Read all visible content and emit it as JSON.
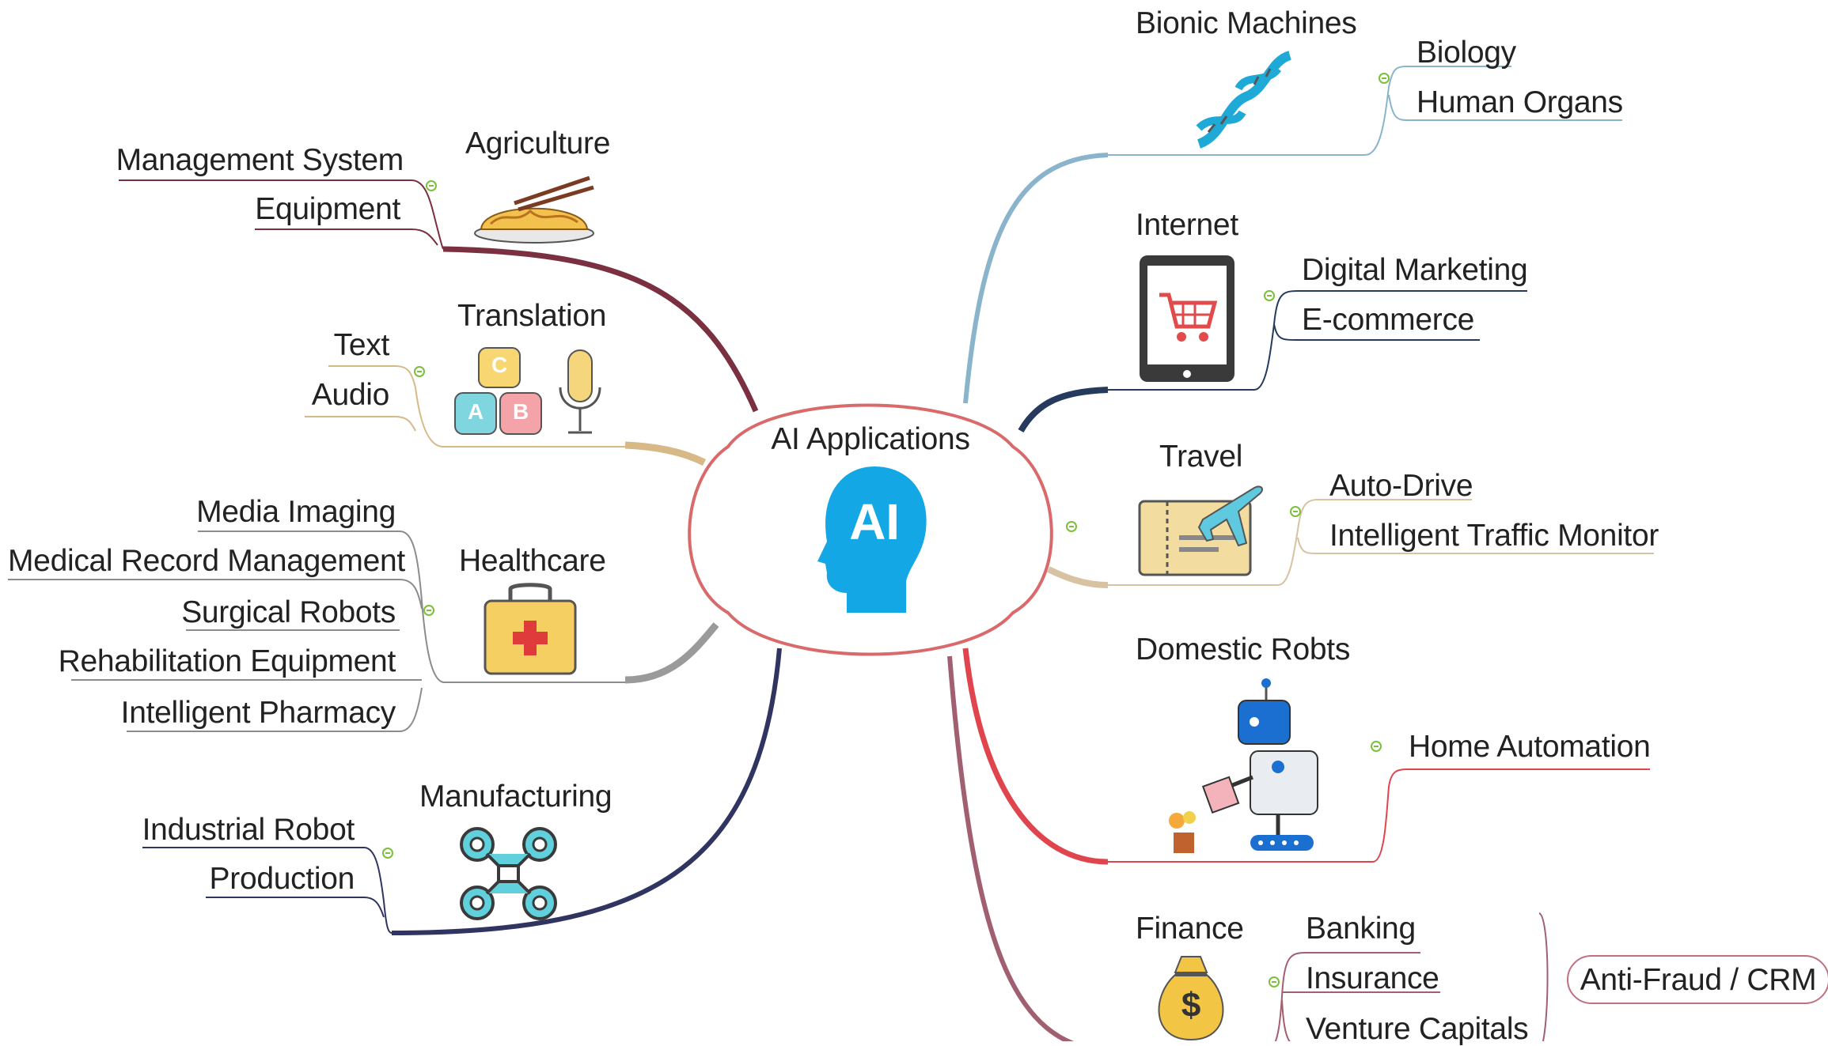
{
  "center": {
    "title": "AI Applications",
    "badge": "AI"
  },
  "branches": {
    "agriculture": {
      "title": "Agriculture",
      "items": [
        "Management System",
        "Equipment"
      ],
      "icon": "noodles-icon"
    },
    "translation": {
      "title": "Translation",
      "items": [
        "Text",
        "Audio"
      ],
      "icon": "alphabet-blocks-icon",
      "blocks": [
        "C",
        "A",
        "B"
      ]
    },
    "healthcare": {
      "title": "Healthcare",
      "items": [
        "Media Imaging",
        "Medical Record Management",
        "Surgical Robots",
        "Rehabilitation Equipment",
        "Intelligent Pharmacy"
      ],
      "icon": "first-aid-kit-icon"
    },
    "manufacturing": {
      "title": "Manufacturing",
      "items": [
        "Industrial Robot",
        "Production"
      ],
      "icon": "drone-icon"
    },
    "bionic": {
      "title": "Bionic Machines",
      "items": [
        "Biology",
        "Human Organs"
      ],
      "icon": "dna-icon"
    },
    "internet": {
      "title": "Internet",
      "items": [
        "Digital Marketing",
        "E-commerce"
      ],
      "icon": "tablet-cart-icon"
    },
    "travel": {
      "title": "Travel",
      "items": [
        "Auto-Drive",
        "Intelligent Traffic Monitor"
      ],
      "icon": "plane-ticket-icon"
    },
    "domestic": {
      "title": "Domestic Robts",
      "items": [
        "Home Automation"
      ],
      "icon": "robot-icon"
    },
    "finance": {
      "title": "Finance",
      "items": [
        "Banking",
        "Insurance",
        "Venture Capitals"
      ],
      "icon": "money-bag-icon",
      "summary": "Anti-Fraud / CRM",
      "currency": "$"
    }
  },
  "colors": {
    "center_border": "#d9696b",
    "ai_head": "#14a7e6",
    "agriculture": "#7a3040",
    "translation": "#d7b988",
    "healthcare": "#8c8c8c",
    "manufacturing": "#2f3560",
    "bionic": "#8ab4cc",
    "internet": "#263a5e",
    "travel": "#d7c2a2",
    "domestic": "#e0454e",
    "finance": "#a06070",
    "toggle": "#7bbf3a"
  }
}
